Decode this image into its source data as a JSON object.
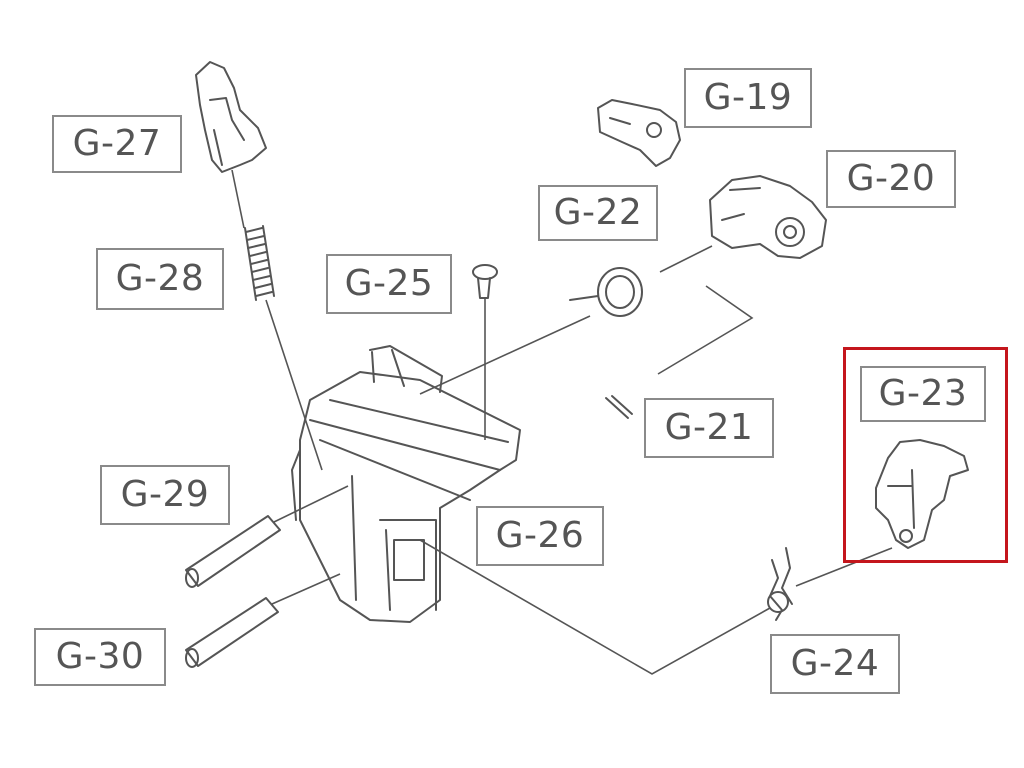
{
  "labels": {
    "g19": "G-19",
    "g20": "G-20",
    "g21": "G-21",
    "g22": "G-22",
    "g23": "G-23",
    "g24": "G-24",
    "g25": "G-25",
    "g26": "G-26",
    "g27": "G-27",
    "g28": "G-28",
    "g29": "G-29",
    "g30": "G-30"
  },
  "highlight": {
    "part": "G-23",
    "color": "#c4161c"
  },
  "colors": {
    "line": "#555555",
    "label_text": "#555555",
    "label_border": "#8a8a8a",
    "background": "#ffffff"
  }
}
